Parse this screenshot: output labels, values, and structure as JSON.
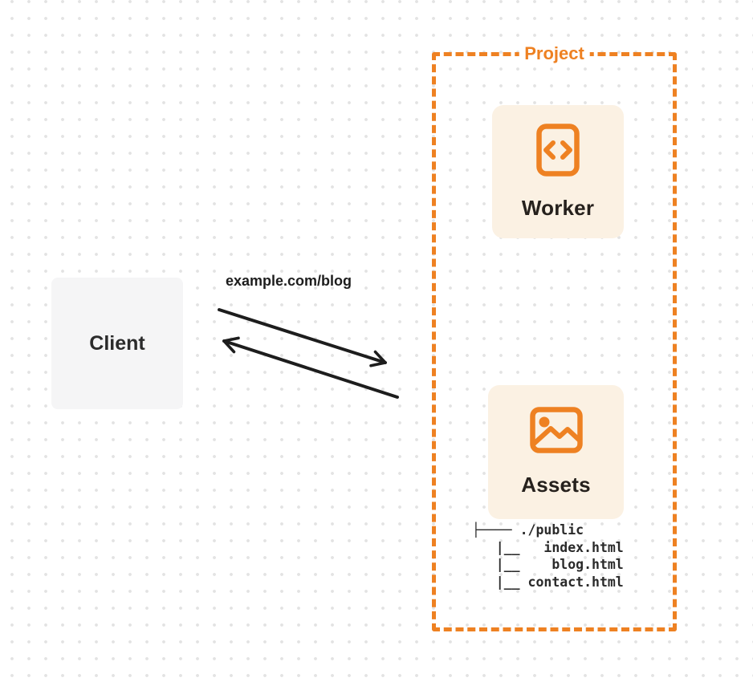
{
  "colors": {
    "accent_orange": "#EE8122",
    "card_background": "#FBF1E3",
    "client_background": "#F5F5F6",
    "text_dark": "#26211D",
    "arrow_color": "#1D1D1D",
    "dot_grid": "#E3E3E3"
  },
  "client": {
    "label": "Client"
  },
  "request_label": "example.com/blog",
  "project": {
    "label": "Project",
    "worker": {
      "label": "Worker",
      "icon": "code-file-icon"
    },
    "assets": {
      "label": "Assets",
      "icon": "image-icon"
    },
    "file_tree_lines": [
      "├──── ./public",
      "   |__   index.html",
      "   |__    blog.html",
      "   |__ contact.html"
    ]
  }
}
